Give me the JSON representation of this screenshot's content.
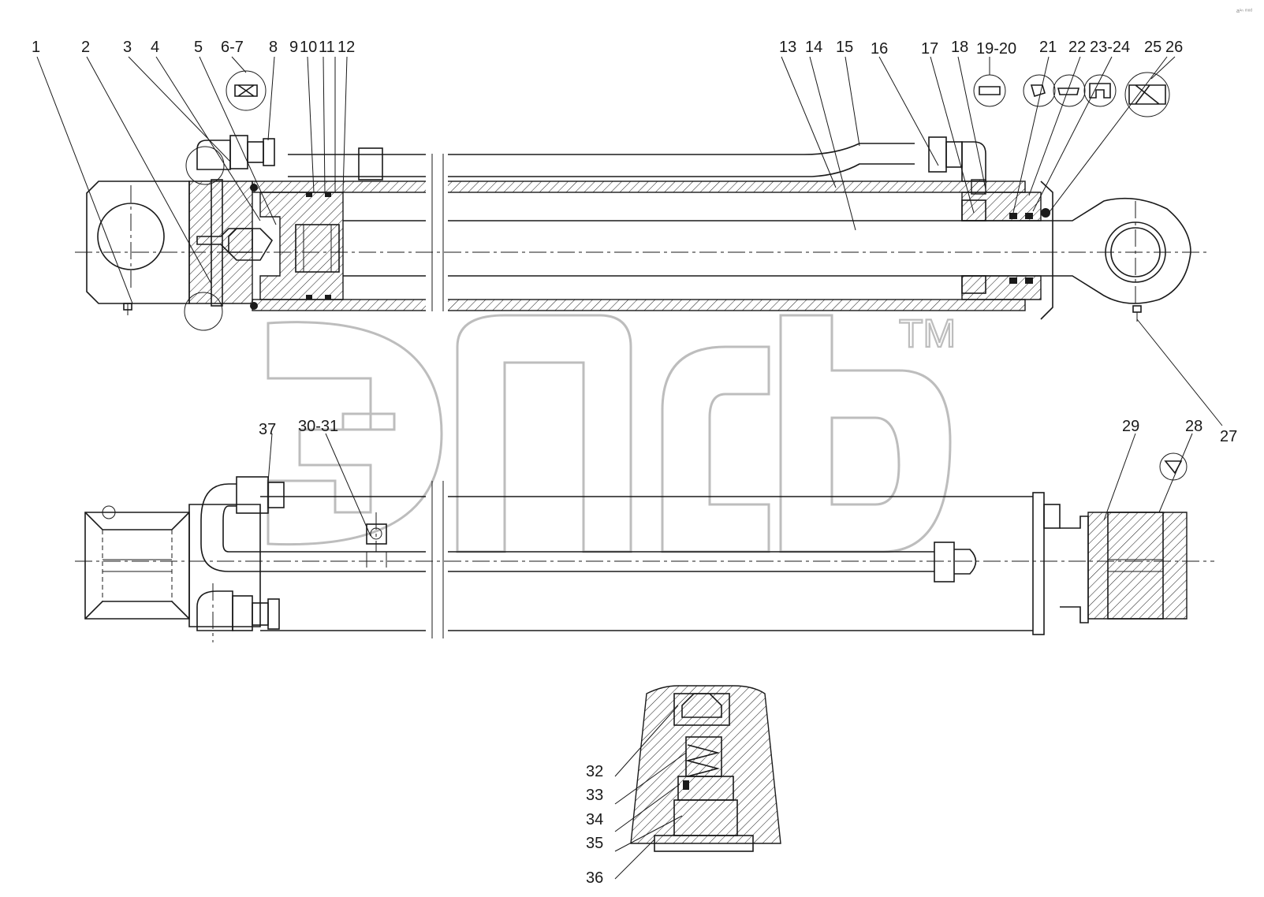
{
  "callouts": {
    "c1": "1",
    "c2": "2",
    "c3": "3",
    "c4": "4",
    "c5": "5",
    "c6_7": "6-7",
    "c8": "8",
    "c9": "9",
    "c10": "10",
    "c11": "11",
    "c12": "12",
    "c13": "13",
    "c14": "14",
    "c15": "15",
    "c16": "16",
    "c17": "17",
    "c18": "18",
    "c19_20": "19-20",
    "c21": "21",
    "c22": "22",
    "c23_24": "23-24",
    "c25": "25",
    "c26": "26",
    "c27": "27",
    "c28": "28",
    "c29": "29",
    "c30_31": "30-31",
    "c32": "32",
    "c33": "33",
    "c34": "34",
    "c35": "35",
    "c36": "36",
    "c37": "37"
  },
  "watermark": {
    "trademark": "TM"
  },
  "corner_mark": "a¹ⁿ ᵐᵒᵈ",
  "colors": {
    "line": "#1a1a1a",
    "watermark": "#bdbdbd",
    "background": "#ffffff"
  }
}
